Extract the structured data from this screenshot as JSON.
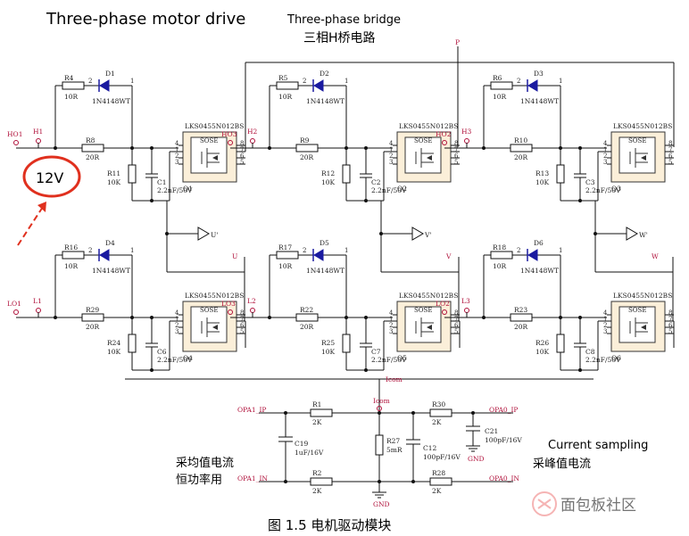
{
  "titles": {
    "main": "Three-phase motor drive",
    "bridge_en": "Three-phase bridge",
    "bridge_cn": "三相H桥电路",
    "voltage_callout": "12V",
    "current_en": "Current sampling",
    "current_cn": "采峰值电流",
    "avg_cn_1": "采均值电流",
    "avg_cn_2": "恒功率用",
    "caption": "图 1.5  电机驱动模块",
    "watermark": "面包板社区"
  },
  "nets": {
    "P": "P",
    "U": "U",
    "V": "V",
    "W": "W",
    "HO1": "HO1",
    "HO2": "HO2",
    "HO3": "HO3",
    "LO1": "LO1",
    "LO2": "LO2",
    "LO3": "LO3",
    "H1": "H1",
    "H2": "H2",
    "H3": "H3",
    "L1": "L1",
    "L2": "L2",
    "L3": "L3",
    "U_bar": "U'",
    "V_bar": "V'",
    "W_bar": "W'",
    "Icom": "Icom",
    "opa1_ip": "OPA1_IP",
    "opa1_in": "OPA1_IN",
    "opa0_ip": "OPA0_IP",
    "opa0_in": "OPA0_IN",
    "gnd": "GND"
  },
  "colors": {
    "net_label": "#b0103a",
    "callout": "#e0301e",
    "chip_fill": "#fbefd9",
    "diode": "#1a1aa0"
  },
  "parts": {
    "r_series": "10R",
    "r_gate": "20R",
    "r_pd": "10K",
    "cap": "2.2nF/50V",
    "diode": "1N4148WT",
    "mosfet": "LKS0455N012BS",
    "chip_tag": "SOSE",
    "R4": "R4",
    "R5": "R5",
    "R6": "R6",
    "R16": "R16",
    "R17": "R17",
    "R18": "R18",
    "R8": "R8",
    "R9": "R9",
    "R10": "R10",
    "R29": "R29",
    "R22": "R22",
    "R23": "R23",
    "R11": "R11",
    "R12": "R12",
    "R13": "R13",
    "R24": "R24",
    "R25": "R25",
    "R26": "R26",
    "D1": "D1",
    "D2": "D2",
    "D3": "D3",
    "D4": "D4",
    "D5": "D5",
    "D6": "D6",
    "C1": "C1",
    "C2": "C2",
    "C3": "C3",
    "C6": "C6",
    "C7": "C7",
    "C8": "C8",
    "Q1": "Q1",
    "Q2": "Q2",
    "Q3": "Q3",
    "Q4": "Q4",
    "Q5": "Q5",
    "Q6": "Q6",
    "R1": "R1",
    "R2": "R2",
    "R30": "R30",
    "R28": "R28",
    "R27": "R27",
    "r_2k": "2K",
    "r_shunt": "5mR",
    "C19": "C19",
    "c19_val": "1uF/16V",
    "C12": "C12",
    "c12_val": "100pF/16V",
    "C21": "C21",
    "c21_val": "100pF/16V"
  }
}
